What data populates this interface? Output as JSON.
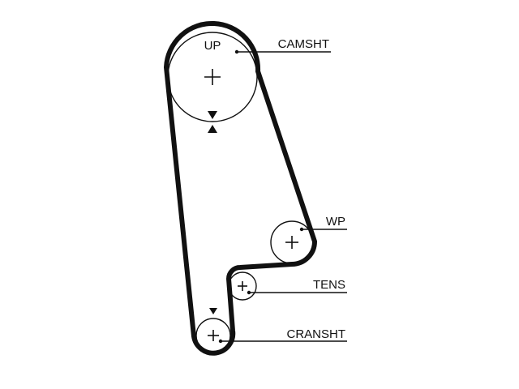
{
  "labels": {
    "cam_inner": "UP",
    "camshaft": "CAMSHT",
    "water_pump": "WP",
    "tensioner": "TENS",
    "crankshaft": "CRANSHT"
  }
}
